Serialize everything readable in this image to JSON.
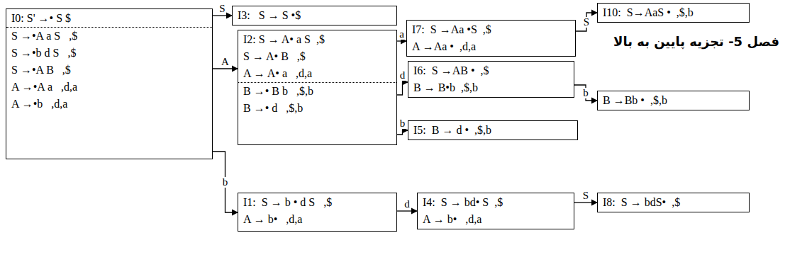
{
  "diagram": {
    "nodes": [
      {
        "text": [
          "I0: S' →• S $",
          "S →•A a S   ,$",
          "S →•b d S   ,$",
          "S →•A B   ,$",
          "A →•A a   ,d,a",
          "A →•b   ,d,a"
        ]
      },
      {
        "text": [
          "I3:   S → S •$"
        ]
      },
      {
        "text": [
          "I2: S → A• a S  ,$",
          "S → A• B   ,$",
          "A → A• a   ,d,a",
          "B →• B b   ,$,b",
          "B →• d   ,$,b"
        ]
      },
      {
        "text": [
          "I7:  S →Aa •S  ,$",
          "A →Aa •  ,d,a"
        ]
      },
      {
        "text": [
          "I10:  S→AaS •  ,$,b"
        ]
      },
      {
        "text": [
          "I6:  S →AB •  ,$",
          "B → B•b  ,$,b"
        ]
      },
      {
        "text": [
          "B →Bb •  ,$,b"
        ]
      },
      {
        "text": [
          "I5:  B → d •  ,$,b"
        ]
      },
      {
        "text": [
          "I1:  S → b • d S   ,$",
          "A → b•   ,d,a"
        ]
      },
      {
        "text": [
          "I4:  S → bd• S  ,$",
          "A → b•   ,d,a"
        ]
      },
      {
        "text": [
          "I8:  S → bdS•  ,$"
        ]
      }
    ],
    "edges": [
      {
        "from": 0,
        "to": 1,
        "arrow": "to",
        "label": "S"
      },
      {
        "from": 0,
        "to": 2,
        "arrow": "to",
        "label": "A"
      },
      {
        "from": 0,
        "to": 8,
        "arrow": "to",
        "label": "b"
      },
      {
        "from": 2,
        "to": 3,
        "arrow": "to",
        "label": "a"
      },
      {
        "from": 2,
        "to": 5,
        "arrow": "to",
        "label": "d"
      },
      {
        "from": 2,
        "to": 7,
        "arrow": "to",
        "label": "b"
      },
      {
        "from": 3,
        "to": 4,
        "arrow": "to",
        "label": "S"
      },
      {
        "from": 5,
        "to": 6,
        "arrow": "to",
        "label": "b"
      },
      {
        "from": 8,
        "to": 9,
        "arrow": "to",
        "label": "d"
      },
      {
        "from": 9,
        "to": 10,
        "arrow": "to",
        "label": "S"
      }
    ],
    "labels": [
      "فصل 5- تجزیه پایین به بالا"
    ]
  }
}
